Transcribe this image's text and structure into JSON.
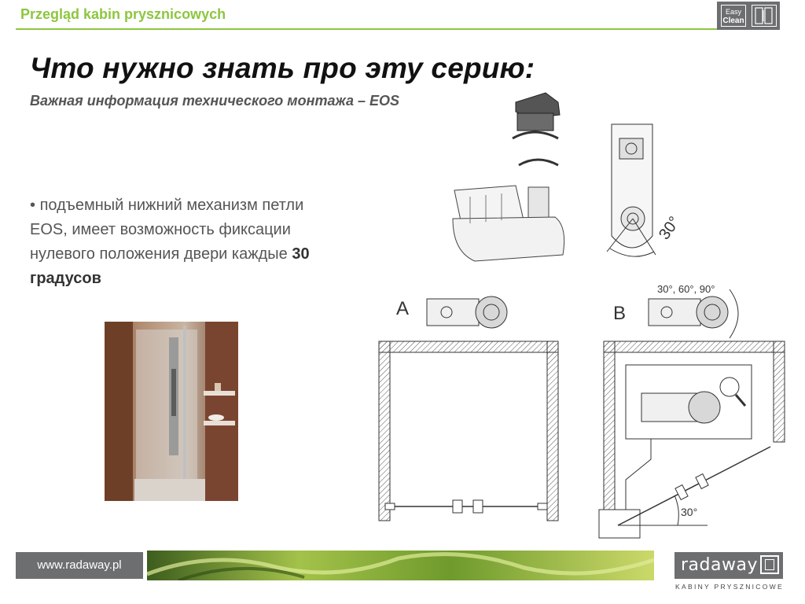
{
  "header": {
    "title": "Przegląd kabin prysznicowych",
    "badge": {
      "line1": "Easy",
      "line2": "Clean"
    }
  },
  "slide": {
    "title": "Что нужно знать про эту серию:",
    "subtitle": "Важная информация технического монтажа – EOS",
    "bullet": {
      "marker": "•",
      "text": "подъемный нижний механизм петли EOS, имеет возможность фиксации нулевого положения двери каждые",
      "bold": "30 градусов"
    }
  },
  "diagram": {
    "label_a": "A",
    "label_b": "B",
    "angle_label": "30°",
    "angles_label": "30°, 60°, 90°",
    "bottom_angle": "30°"
  },
  "footer": {
    "url": "www.radaway.pl",
    "brand": "radaway",
    "tagline": "KABINY PRYSZNICOWE"
  },
  "colors": {
    "accent": "#8dc63f",
    "gray": "#6d6e70",
    "text": "#555555"
  }
}
